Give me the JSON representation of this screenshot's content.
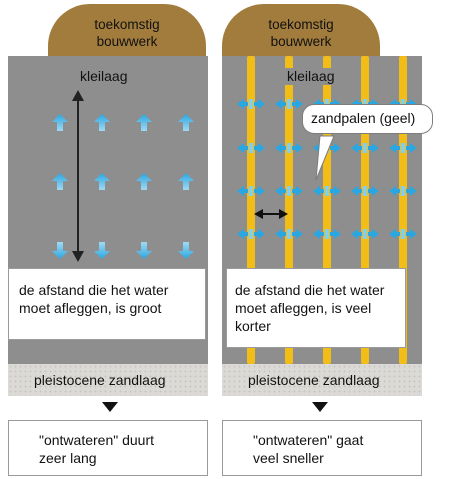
{
  "left_panel": {
    "building_label": [
      "toekomstig",
      "bouwwerk"
    ],
    "layer_label": "kleilaag",
    "info_text": "de afstand die het water moet afleggen, is groot",
    "sand_label": "pleistocene zandlaag",
    "result_text": [
      "\"ontwateren\" duurt",
      "zeer lang"
    ]
  },
  "right_panel": {
    "building_label": [
      "toekomstig",
      "bouwwerk"
    ],
    "layer_label": "kleilaag",
    "callout_text": "zandpalen (geel)",
    "info_text": [
      "de afstand die het water",
      "moet afleggen, is veel",
      "korter"
    ],
    "sand_label": "pleistocene zandlaag",
    "result_text": [
      "\"ontwateren\" gaat",
      "veel sneller"
    ]
  },
  "colors": {
    "clay": "#8e8e8e",
    "mound": "#a27c3c",
    "sand_piles": "#f2bd17",
    "water_arrows": "#2aa7e0"
  }
}
